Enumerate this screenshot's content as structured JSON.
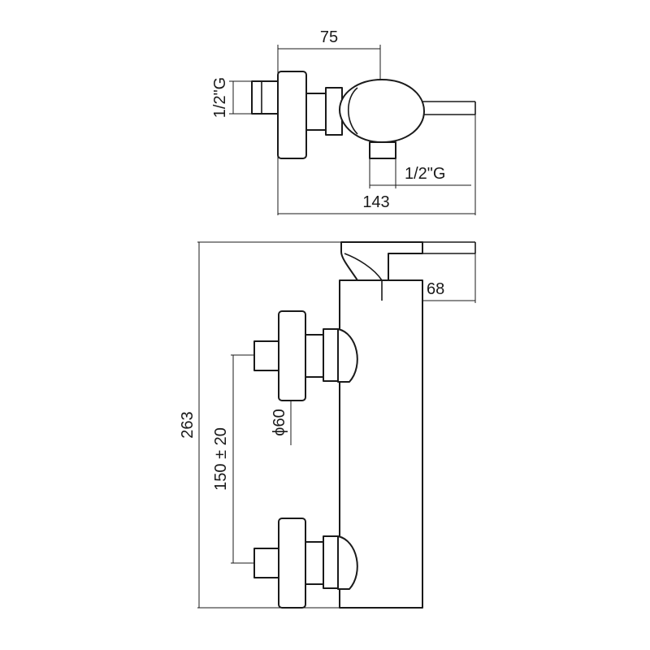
{
  "dimensions": {
    "top_width": "75",
    "overall_depth": "143",
    "inlet_thread_side": "1/2\"G",
    "outlet_thread_bottom": "1/2\"G",
    "handle_offset": "68",
    "overall_height": "263",
    "center_distance": "150 ± 20",
    "flange_diameter": "ϕ60"
  },
  "colors": {
    "line": "#1a1a1a",
    "background": "#ffffff"
  }
}
